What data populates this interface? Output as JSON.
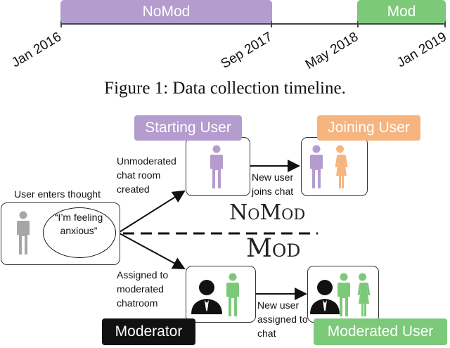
{
  "timeline": {
    "bars": [
      {
        "label": "NoMod",
        "color": "#b49ccf"
      },
      {
        "label": "Mod",
        "color": "#7cc97a"
      }
    ],
    "ticks": [
      "Jan 2016",
      "Sep 2017",
      "May 2018",
      "Jan 2019"
    ]
  },
  "caption": "Figure 1: Data collection timeline.",
  "diagram": {
    "user_enters": "User enters thought",
    "thought": "“I’m feeling anxious”",
    "unmoderated": "Unmoderated chat room created",
    "assigned": "Assigned to moderated chatroom",
    "new_user_joins": "New user joins chat",
    "new_user_assigned": "New user assigned to chat",
    "starting_user": "Starting User",
    "joining_user": "Joining User",
    "moderator": "Moderator",
    "moderated_user": "Moderated User",
    "nomod_title": "NoMod",
    "mod_title": "Mod",
    "colors": {
      "purple": "#b49ccf",
      "orange": "#f6b57e",
      "green": "#7cc97a",
      "gray": "#a6a6a6",
      "black": "#111111"
    }
  }
}
